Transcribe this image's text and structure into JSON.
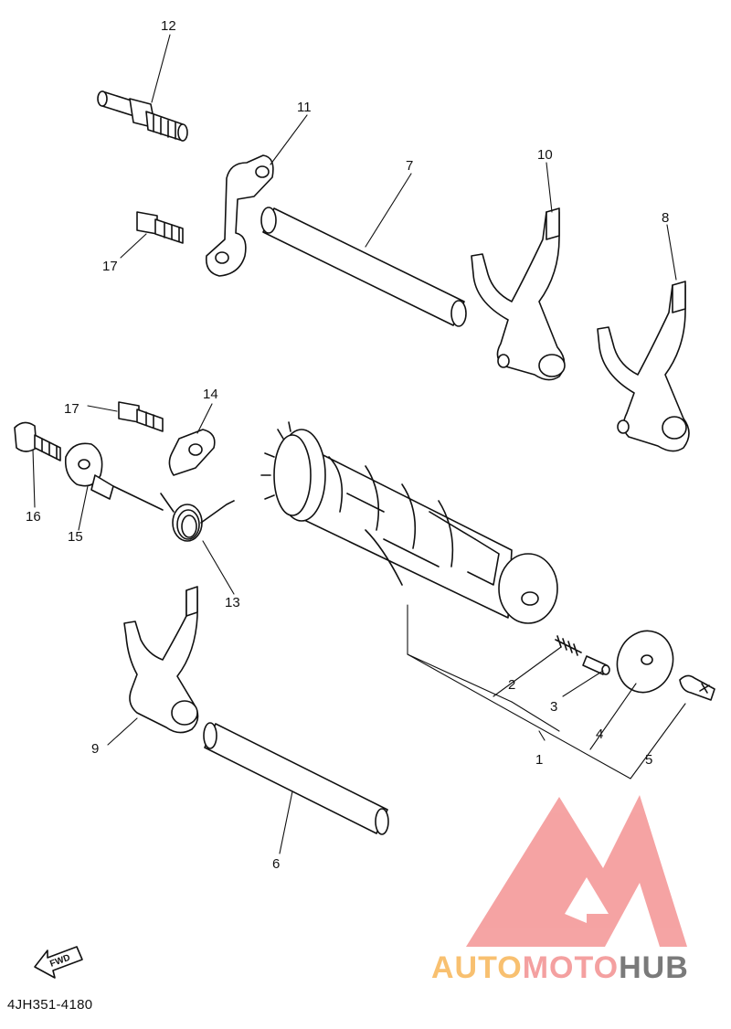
{
  "diagram": {
    "part_code": "4JH351-4180",
    "fwd_label": "FWD",
    "callouts": [
      {
        "id": "c1",
        "label": "1"
      },
      {
        "id": "c2",
        "label": "2"
      },
      {
        "id": "c3",
        "label": "3"
      },
      {
        "id": "c4",
        "label": "4"
      },
      {
        "id": "c5",
        "label": "5"
      },
      {
        "id": "c6",
        "label": "6"
      },
      {
        "id": "c7",
        "label": "7"
      },
      {
        "id": "c8",
        "label": "8"
      },
      {
        "id": "c9",
        "label": "9"
      },
      {
        "id": "c10",
        "label": "10"
      },
      {
        "id": "c11",
        "label": "11"
      },
      {
        "id": "c12",
        "label": "12"
      },
      {
        "id": "c13",
        "label": "13"
      },
      {
        "id": "c14",
        "label": "14"
      },
      {
        "id": "c15",
        "label": "15"
      },
      {
        "id": "c16",
        "label": "16"
      },
      {
        "id": "c17a",
        "label": "17"
      },
      {
        "id": "c17b",
        "label": "17"
      }
    ]
  },
  "watermark": {
    "part1": "AUTO",
    "part2": "MOTO",
    "part3": "HUB",
    "colors": {
      "auto": "#f8c070",
      "moto": "#f4a0a0",
      "hub": "#7a7a7a",
      "logo": "#f49a9a"
    }
  }
}
